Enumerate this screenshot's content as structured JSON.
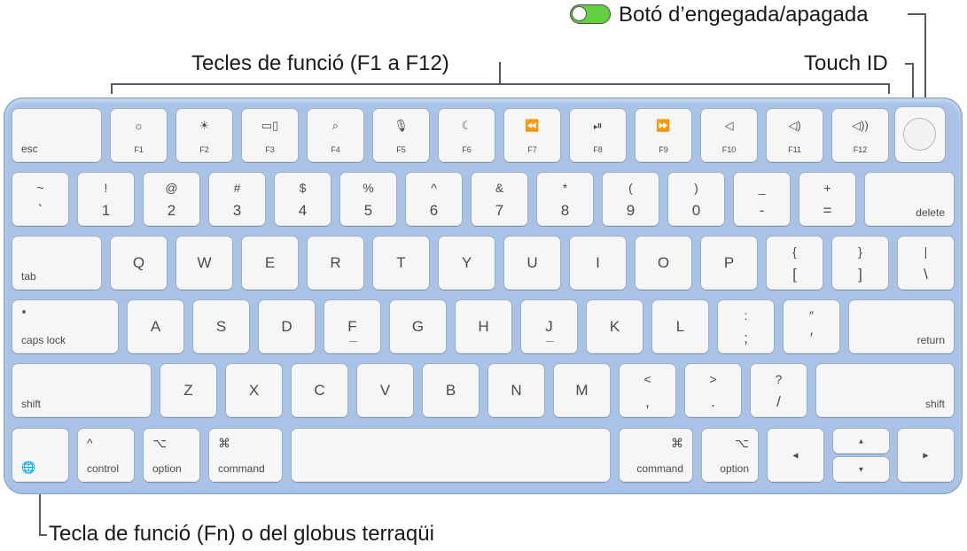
{
  "callouts": {
    "power_button": "Botó d’engegada/apagada",
    "function_keys": "Tecles de funció (F1 a F12)",
    "touch_id": "Touch ID",
    "fn_globe": "Tecla de funció (Fn) o del globus terraqüi"
  },
  "colors": {
    "keyboard": "#a9c3e6",
    "key": "#f6f6f7",
    "toggle_on": "#63d13e",
    "leader": "#5a5a5a"
  },
  "keys": {
    "esc": "esc",
    "fkeys": [
      {
        "icon": "☼",
        "label": "F1"
      },
      {
        "icon": "☀",
        "label": "F2"
      },
      {
        "icon": "▭▯",
        "label": "F3"
      },
      {
        "icon": "⌕",
        "label": "F4"
      },
      {
        "icon": "🎙",
        "label": "F5"
      },
      {
        "icon": "☾",
        "label": "F6"
      },
      {
        "icon": "⏪",
        "label": "F7"
      },
      {
        "icon": "⏯",
        "label": "F8"
      },
      {
        "icon": "⏩",
        "label": "F9"
      },
      {
        "icon": "◁",
        "label": "F10"
      },
      {
        "icon": "◁)",
        "label": "F11"
      },
      {
        "icon": "◁))",
        "label": "F12"
      }
    ],
    "number_row": [
      {
        "top": "~",
        "bottom": "`"
      },
      {
        "top": "!",
        "bottom": "1"
      },
      {
        "top": "@",
        "bottom": "2"
      },
      {
        "top": "#",
        "bottom": "3"
      },
      {
        "top": "$",
        "bottom": "4"
      },
      {
        "top": "%",
        "bottom": "5"
      },
      {
        "top": "^",
        "bottom": "6"
      },
      {
        "top": "&",
        "bottom": "7"
      },
      {
        "top": "*",
        "bottom": "8"
      },
      {
        "top": "(",
        "bottom": "9"
      },
      {
        "top": ")",
        "bottom": "0"
      },
      {
        "top": "_",
        "bottom": "-"
      },
      {
        "top": "+",
        "bottom": "="
      }
    ],
    "delete": "delete",
    "tab": "tab",
    "qwerty_row": [
      "Q",
      "W",
      "E",
      "R",
      "T",
      "Y",
      "U",
      "I",
      "O",
      "P"
    ],
    "bracket_open": {
      "top": "{",
      "bottom": "["
    },
    "bracket_close": {
      "top": "}",
      "bottom": "]"
    },
    "backslash": {
      "top": "|",
      "bottom": "\\"
    },
    "caps_lock": "caps lock",
    "home_row": [
      "A",
      "S",
      "D",
      "F",
      "G",
      "H",
      "J",
      "K",
      "L"
    ],
    "semicolon": {
      "top": ":",
      "bottom": ";"
    },
    "quote": {
      "top": "″",
      "bottom": "′"
    },
    "return": "return",
    "shift_left": "shift",
    "bottom_row": [
      "Z",
      "X",
      "C",
      "V",
      "B",
      "N",
      "M"
    ],
    "comma": {
      "top": "<",
      "bottom": ","
    },
    "period": {
      "top": ">",
      "bottom": "."
    },
    "slash": {
      "top": "?",
      "bottom": "/"
    },
    "shift_right": "shift",
    "control": {
      "symbol": "^",
      "label": "control"
    },
    "option_left": {
      "symbol": "⌥",
      "label": "option"
    },
    "command_left": {
      "symbol": "⌘",
      "label": "command"
    },
    "command_right": {
      "symbol": "⌘",
      "label": "command"
    },
    "option_right": {
      "symbol": "⌥",
      "label": "option"
    },
    "globe_icon": "🌐",
    "arrows": {
      "left": "◀",
      "up": "▲",
      "down": "▼",
      "right": "▶"
    }
  }
}
